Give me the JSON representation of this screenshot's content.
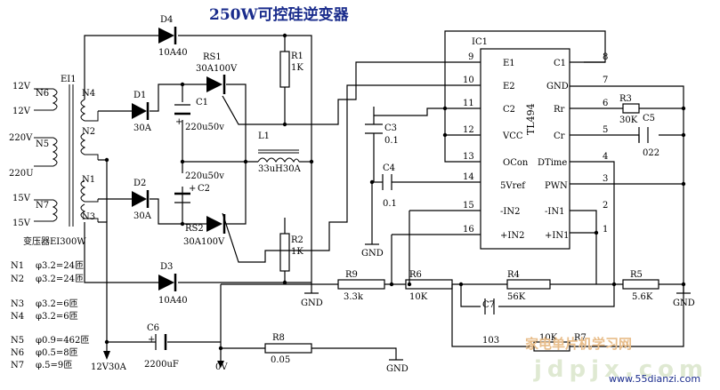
{
  "title": "250W可控硅逆变器",
  "ic": {
    "name": "IC1",
    "part": "TL494",
    "left_pins": [
      {
        "num": "9",
        "name": "E1"
      },
      {
        "num": "10",
        "name": "E2"
      },
      {
        "num": "11",
        "name": "C2"
      },
      {
        "num": "12",
        "name": "VCC"
      },
      {
        "num": "13",
        "name": "OCon"
      },
      {
        "num": "14",
        "name": "5Vref"
      },
      {
        "num": "15",
        "name": "-IN2"
      },
      {
        "num": "16",
        "name": "+IN2"
      }
    ],
    "right_pins": [
      {
        "num": "8",
        "name": "C1"
      },
      {
        "num": "7",
        "name": "GND"
      },
      {
        "num": "6",
        "name": "Rr"
      },
      {
        "num": "5",
        "name": "Cr"
      },
      {
        "num": "4",
        "name": "DTime"
      },
      {
        "num": "3",
        "name": "PWN"
      },
      {
        "num": "2",
        "name": "-IN1"
      },
      {
        "num": "1",
        "name": "+IN1"
      }
    ]
  },
  "transformer": {
    "name": "EI1",
    "caption": "变压器EI300W",
    "primary_taps": [
      "N4",
      "N2",
      "N1",
      "N3"
    ],
    "secondary_taps": [
      "N6",
      "N5",
      "N7"
    ],
    "voltages": [
      "12V",
      "12V",
      "220V",
      "220U",
      "15V",
      "15V"
    ]
  },
  "windings": [
    {
      "n": "N1",
      "spec": "φ3.2=24匝"
    },
    {
      "n": "N2",
      "spec": "φ3.2=24匝"
    },
    {
      "n": "N3",
      "spec": "φ3.2=6匝"
    },
    {
      "n": "N4",
      "spec": "φ3.2=6匝"
    },
    {
      "n": "N5",
      "spec": "φ0.9=462匝"
    },
    {
      "n": "N6",
      "spec": "φ0.5=8匝"
    },
    {
      "n": "N7",
      "spec": "φ.5=9匝"
    }
  ],
  "components": {
    "D4": {
      "ref": "D4",
      "value": "10A40"
    },
    "D3": {
      "ref": "D3",
      "value": "10A40"
    },
    "D1": {
      "ref": "D1",
      "value": "30A"
    },
    "D2": {
      "ref": "D2",
      "value": "30A"
    },
    "RS1": {
      "ref": "RS1",
      "value": "30A100V"
    },
    "RS2": {
      "ref": "RS2",
      "value": "30A100V"
    },
    "C1": {
      "ref": "C1",
      "value": "220u50v"
    },
    "C2": {
      "ref": "C2",
      "value": "220u50v"
    },
    "L1": {
      "ref": "L1",
      "value": "33uH30A"
    },
    "R1": {
      "ref": "R1",
      "value": "1K"
    },
    "R2": {
      "ref": "R2",
      "value": "1K"
    },
    "C3": {
      "ref": "C3",
      "value": "0.1"
    },
    "C4": {
      "ref": "C4",
      "value": "0.1"
    },
    "R3": {
      "ref": "R3",
      "value": "30K"
    },
    "C5": {
      "ref": "C5",
      "value": "022"
    },
    "R9": {
      "ref": "R9",
      "value": "3.3k"
    },
    "R6": {
      "ref": "R6",
      "value": "10K"
    },
    "R4": {
      "ref": "R4",
      "value": "56K"
    },
    "R5": {
      "ref": "R5",
      "value": "5.6K"
    },
    "C7": {
      "ref": "C7",
      "value": "103"
    },
    "R7": {
      "ref": "R7",
      "value": "10K"
    },
    "C6": {
      "ref": "C6",
      "value": "2200uF"
    },
    "R8": {
      "ref": "R8",
      "value": "0.05"
    }
  },
  "labels": {
    "gnd": "GND",
    "supply": "12V30A",
    "zero": "0V",
    "plus": "+"
  },
  "watermark": {
    "text": "家电单片机学习网",
    "url": "www.55dianzi.com",
    "big": "jdpjx.com"
  }
}
